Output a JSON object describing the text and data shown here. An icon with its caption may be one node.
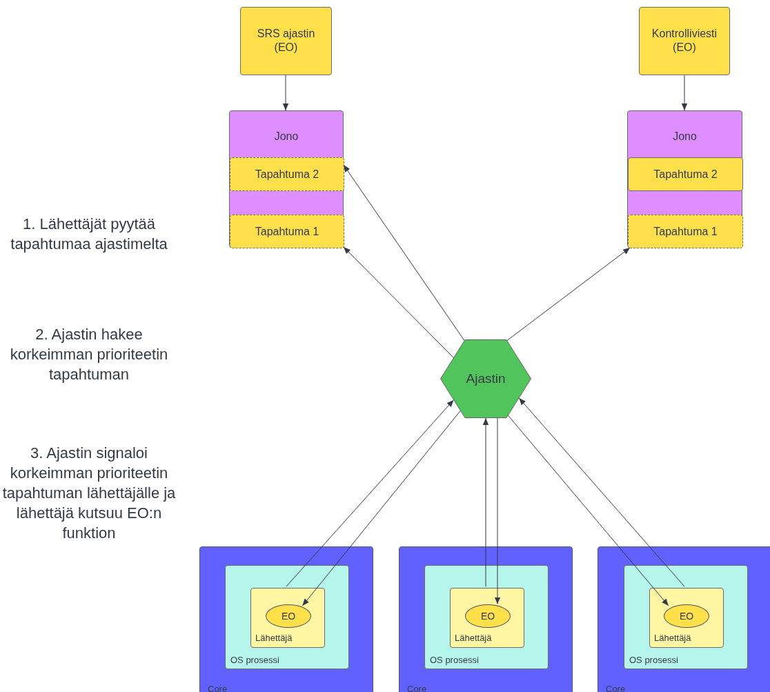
{
  "diagram": {
    "nodes": [
      {
        "text": [
          "SRS ajastin (EO)"
        ]
      },
      {
        "text": [
          "Kontrolliviesti (EO)"
        ]
      },
      {
        "text": [
          "Jono"
        ]
      },
      {
        "text": [
          "Tapahtuma 2"
        ],
        "in": 2
      },
      {
        "text": [
          "Tapahtuma 1"
        ],
        "in": 2
      },
      {
        "text": [
          "Jono"
        ]
      },
      {
        "text": [
          "Tapahtuma 2"
        ],
        "in": 5
      },
      {
        "text": [
          "Tapahtuma 1"
        ],
        "in": 5
      },
      {
        "text": [
          "Ajastin"
        ]
      },
      {
        "text": [
          "Core"
        ]
      },
      {
        "text": [
          "OS prosessi"
        ],
        "in": 9
      },
      {
        "text": [
          "Lähettäjä"
        ],
        "in": 10
      },
      {
        "text": [
          "EO"
        ],
        "in": 11
      },
      {
        "text": [
          "Core"
        ]
      },
      {
        "text": [
          "OS prosessi"
        ],
        "in": 13
      },
      {
        "text": [
          "Lähettäjä"
        ],
        "in": 14
      },
      {
        "text": [
          "EO"
        ],
        "in": 15
      },
      {
        "text": [
          "Core"
        ]
      },
      {
        "text": [
          "OS prosessi"
        ],
        "in": 17
      },
      {
        "text": [
          "Lähettäjä"
        ],
        "in": 18
      },
      {
        "text": [
          "EO"
        ],
        "in": 19
      }
    ],
    "edges": [
      {
        "from": 0,
        "to": 2,
        "arrow": "to"
      },
      {
        "from": 1,
        "to": 5,
        "arrow": "to"
      },
      {
        "from": 8,
        "to": 3,
        "arrow": "to"
      },
      {
        "from": 8,
        "to": 4,
        "arrow": "to"
      },
      {
        "from": 8,
        "to": 7,
        "arrow": "to"
      },
      {
        "from": 11,
        "to": 8,
        "arrow": "to"
      },
      {
        "from": 8,
        "to": 12,
        "arrow": "to"
      },
      {
        "from": 15,
        "to": 8,
        "arrow": "to"
      },
      {
        "from": 8,
        "to": 16,
        "arrow": "to"
      },
      {
        "from": 19,
        "to": 8,
        "arrow": "to"
      },
      {
        "from": 8,
        "to": 20,
        "arrow": "to"
      }
    ],
    "labels": [
      "1. Lähettäjät pyytää tapahtumaa ajastimelta",
      "2. Ajastin hakee korkeimman prioriteetin tapahtuman",
      "3. Ajastin signaloi korkeimman prioriteetin tapahtuman lähettäjälle ja lähettäjä kutsuu EO:n funktion"
    ]
  }
}
